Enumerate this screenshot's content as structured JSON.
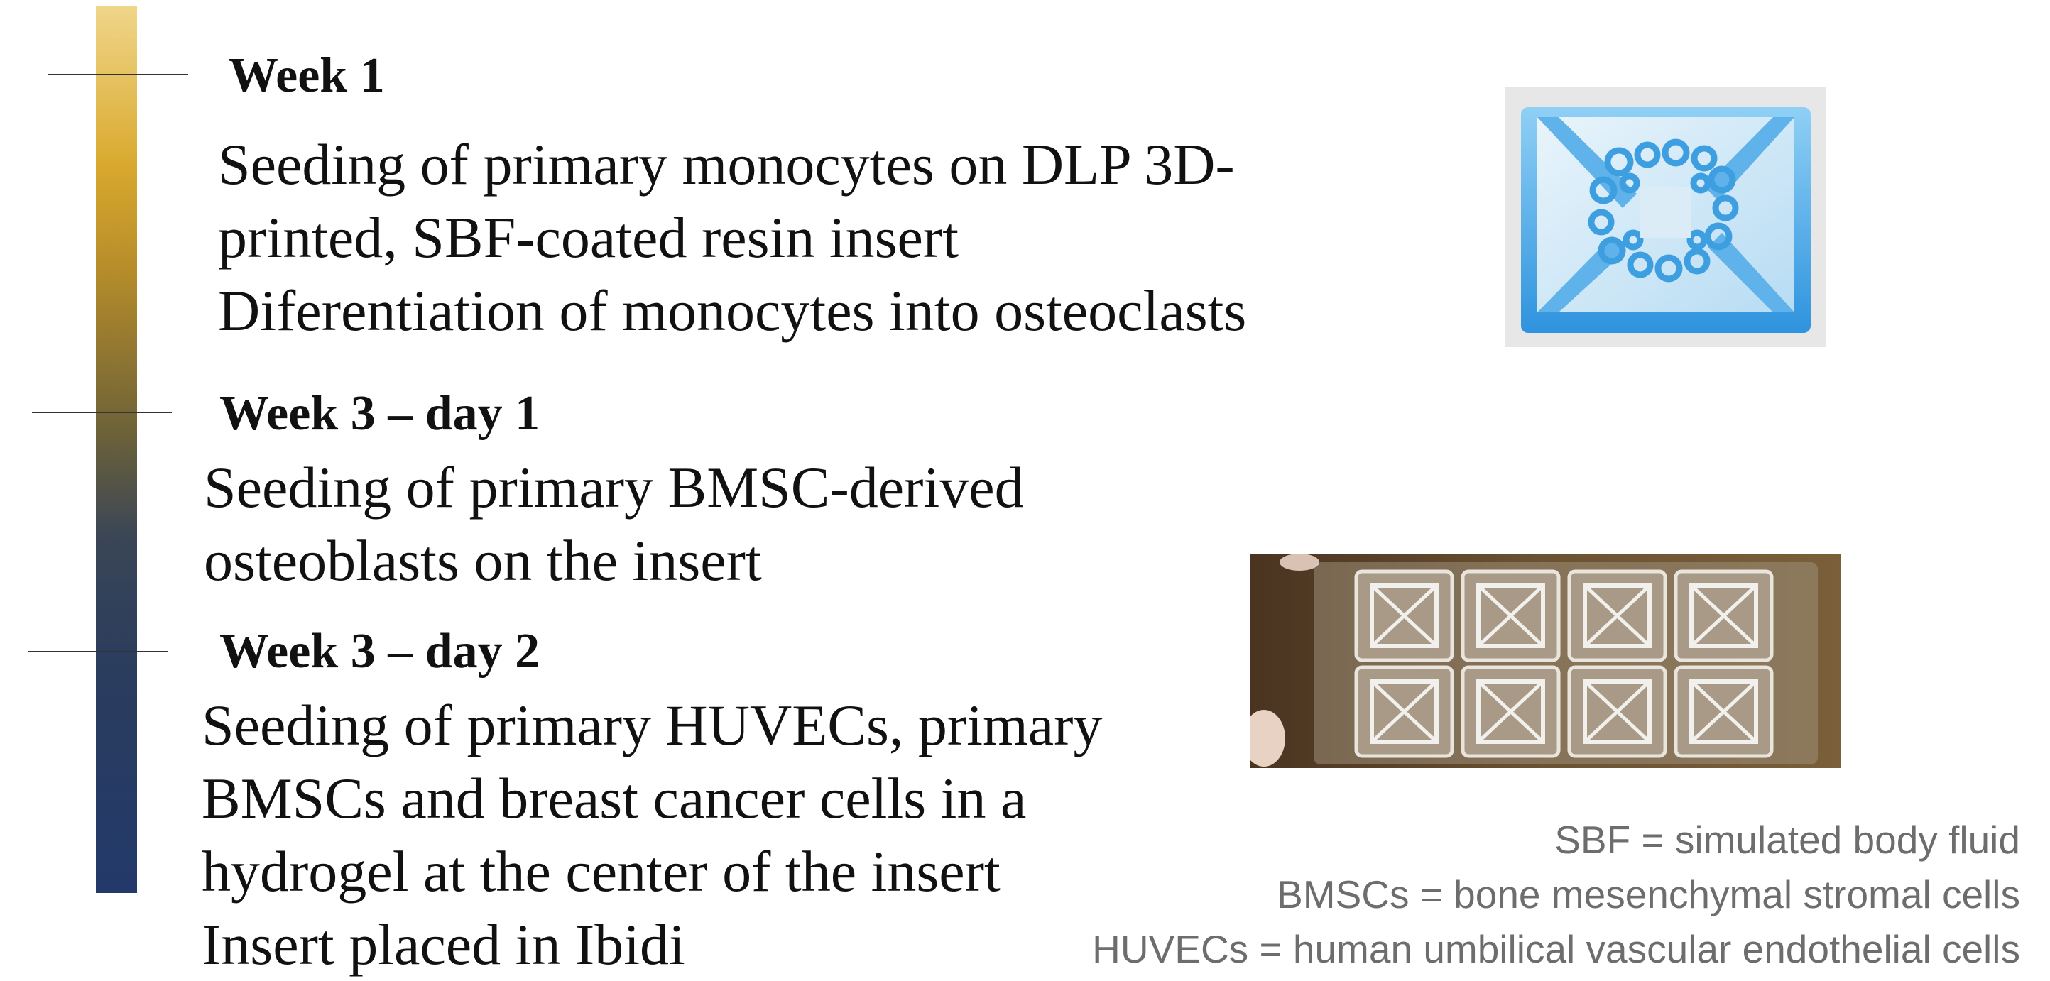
{
  "timeline": [
    {
      "heading": "Week 1",
      "lines": [
        "Seeding of primary monocytes on DLP 3D-",
        "printed, SBF-coated resin insert",
        "Diferentiation of monocytes into osteoclasts"
      ]
    },
    {
      "heading": "Week 3 – day 1",
      "lines": [
        "Seeding of primary BMSC-derived",
        "osteoblasts on the insert"
      ]
    },
    {
      "heading": "Week 3 – day 2",
      "lines": [
        "Seeding of primary HUVECs, primary",
        "BMSCs and breast cancer cells in a",
        "hydrogel at the center of the insert",
        "Insert placed in Ibidi"
      ]
    }
  ],
  "abbreviations": [
    "SBF = simulated body fluid",
    "BMSCs = bone mesenchymal stromal cells",
    "HUVECs = human umbilical vascular endothelial cells"
  ],
  "colors": {
    "bar_top": "#f0d68a",
    "bar_mid": "#d9a92e",
    "bar_bottom": "#23396a",
    "render_blue": "#4aa8e6",
    "legend_gray": "#6d6d6d"
  }
}
